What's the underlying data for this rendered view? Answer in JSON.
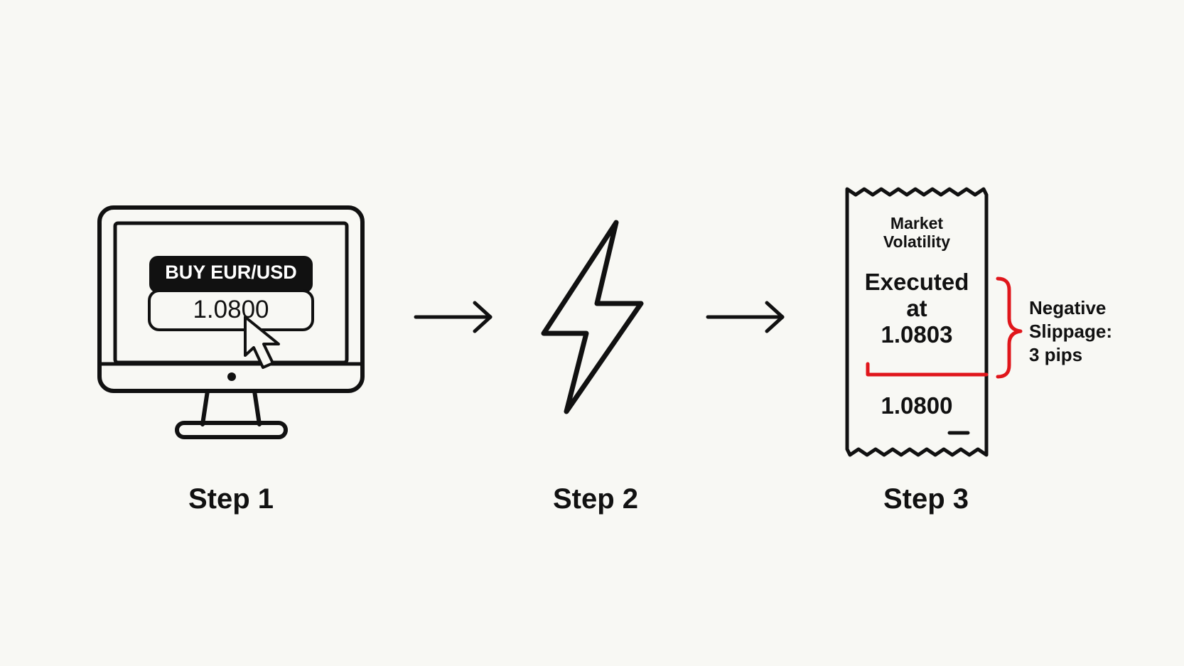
{
  "steps": [
    {
      "label": "Step 1"
    },
    {
      "label": "Step 2"
    },
    {
      "label": "Step 3"
    }
  ],
  "order_screen": {
    "action_label": "BUY EUR/USD",
    "price": "1.0800",
    "icons": [
      "monitor-icon",
      "cursor-icon"
    ]
  },
  "event": {
    "icon": "lightning-bolt-icon"
  },
  "receipt": {
    "title_line1": "Market",
    "title_line2": "Volatility",
    "executed_line1": "Executed",
    "executed_line2": "at",
    "executed_price": "1.0803",
    "original_price": "1.0800",
    "icon": "receipt-icon"
  },
  "slippage": {
    "line1": "Negative",
    "line2": "Slippage:",
    "line3": "3 pips",
    "accent_color": "#e0161b"
  },
  "colors": {
    "background": "#f8f8f4",
    "ink": "#111111",
    "accent": "#e0161b"
  }
}
